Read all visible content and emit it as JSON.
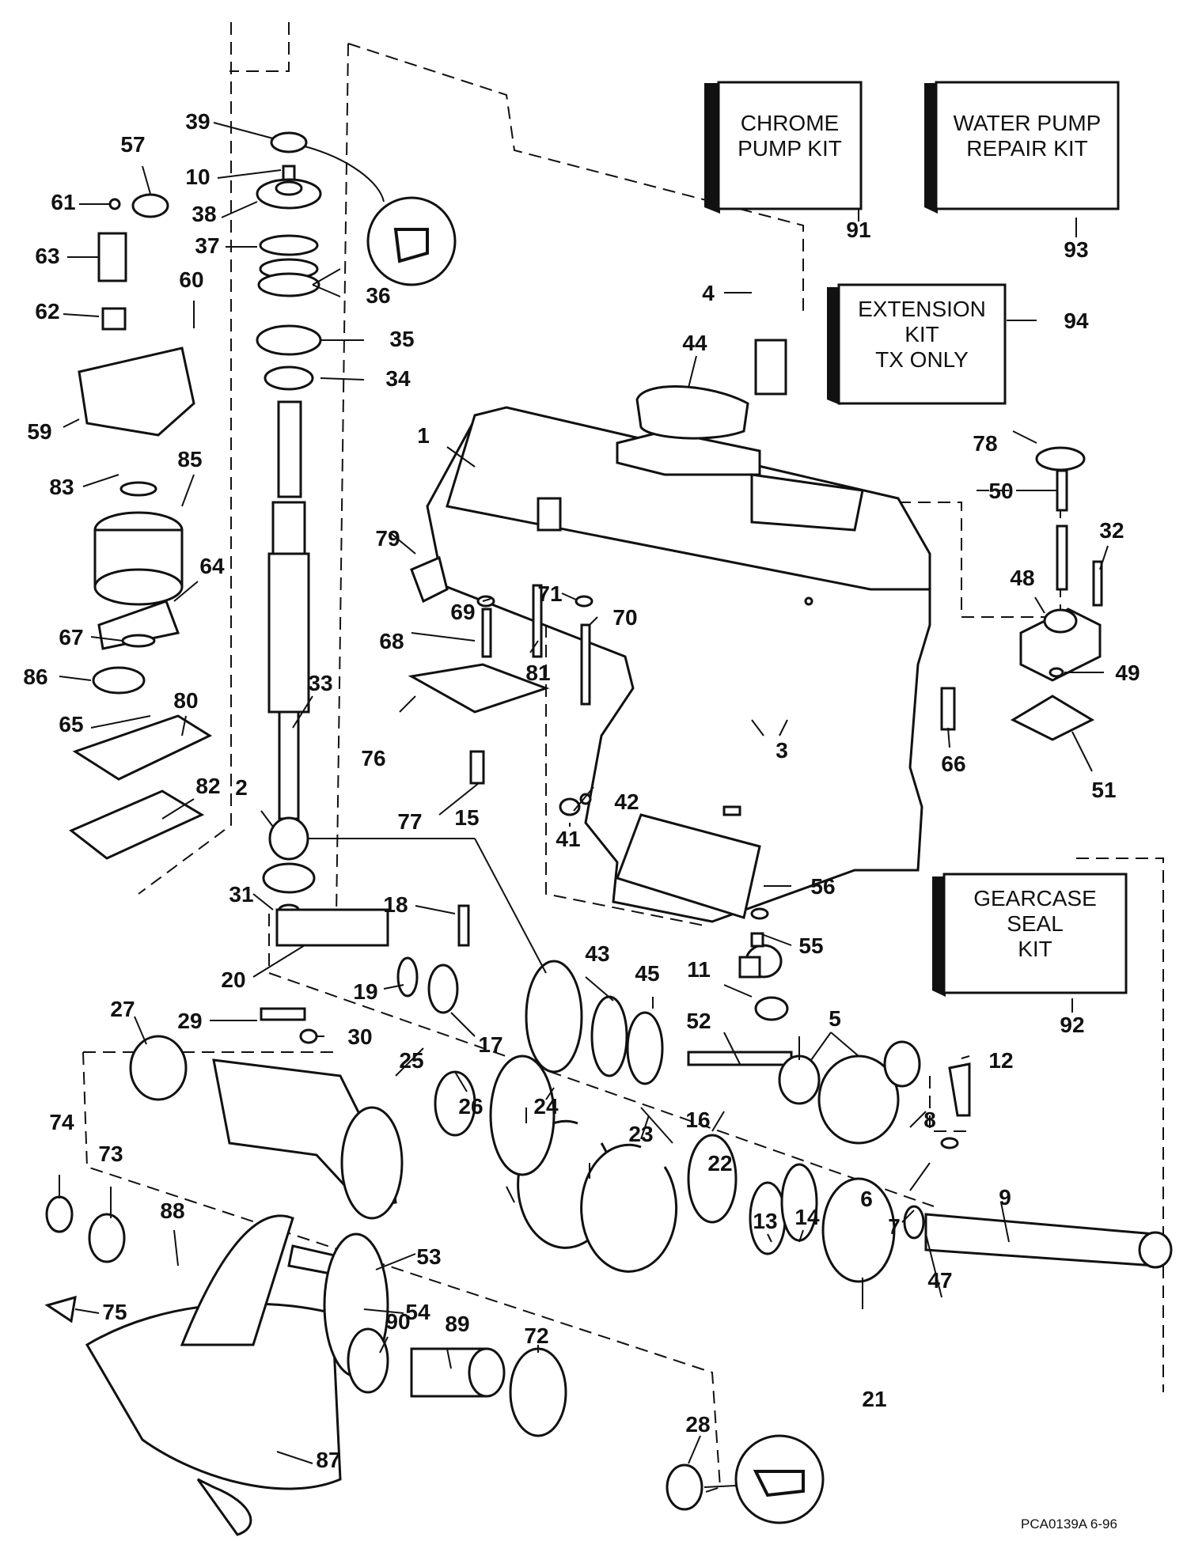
{
  "kits": [
    {
      "id": "91",
      "lines": [
        "CHROME",
        "PUMP KIT"
      ]
    },
    {
      "id": "93",
      "lines": [
        "WATER PUMP",
        "REPAIR KIT"
      ]
    },
    {
      "id": "94",
      "lines": [
        "EXTENSION",
        "KIT",
        "TX ONLY"
      ]
    },
    {
      "id": "92",
      "lines": [
        "GEARCASE",
        "SEAL",
        "KIT"
      ]
    }
  ],
  "callouts": [
    "39",
    "57",
    "10",
    "61",
    "38",
    "37",
    "63",
    "36",
    "60",
    "62",
    "35",
    "34",
    "59",
    "83",
    "85",
    "64",
    "67",
    "86",
    "65",
    "80",
    "82",
    "33",
    "2",
    "15",
    "31",
    "18",
    "20",
    "19",
    "17",
    "27",
    "29",
    "30",
    "25",
    "74",
    "73",
    "88",
    "75",
    "53",
    "54",
    "90",
    "89",
    "72",
    "28",
    "87",
    "4",
    "44",
    "1",
    "79",
    "69",
    "71",
    "70",
    "68",
    "81",
    "76",
    "77",
    "41",
    "42",
    "3",
    "66",
    "78",
    "50",
    "32",
    "48",
    "49",
    "51",
    "56",
    "55",
    "43",
    "45",
    "11",
    "52",
    "5",
    "12",
    "16",
    "26",
    "24",
    "23",
    "22",
    "13",
    "14",
    "8",
    "9",
    "6",
    "7",
    "47",
    "21"
  ],
  "footer_code": "PCA0139A  6-96"
}
